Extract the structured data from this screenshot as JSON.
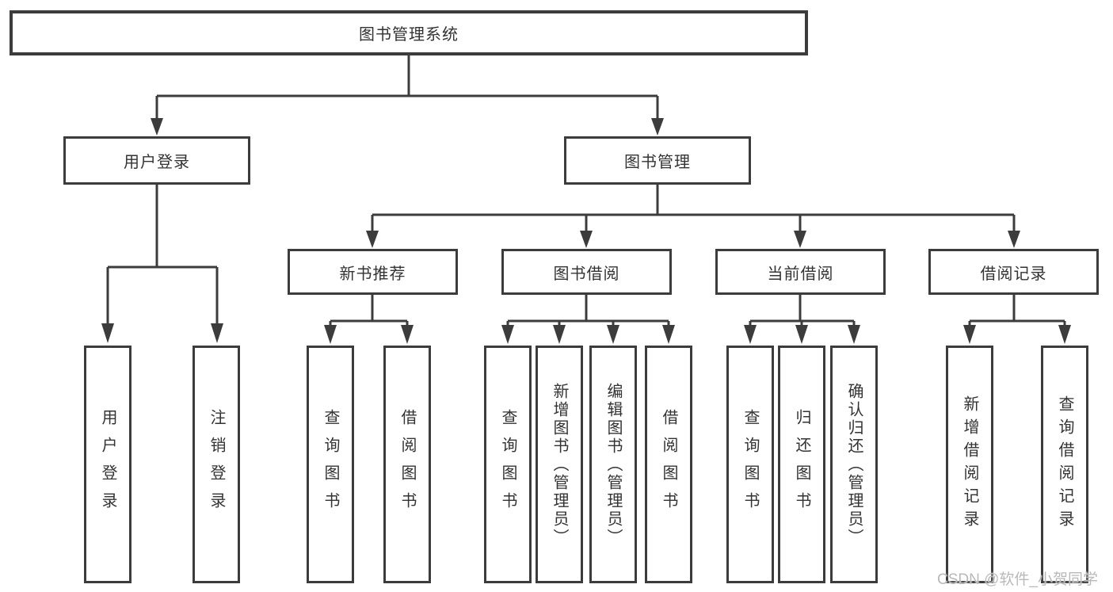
{
  "tree": {
    "root": {
      "label": "图书管理系统"
    },
    "level2": [
      {
        "label": "用户登录",
        "children": [
          {
            "label": "用户登录"
          },
          {
            "label": "注销登录"
          }
        ]
      },
      {
        "label": "图书管理"
      }
    ],
    "level3": [
      {
        "label": "新书推荐",
        "children": [
          {
            "label": "查询图书"
          },
          {
            "label": "借阅图书"
          }
        ]
      },
      {
        "label": "图书借阅",
        "children": [
          {
            "label": "查询图书"
          },
          {
            "label": "新增图书（管理员）"
          },
          {
            "label": "编辑图书（管理员）"
          },
          {
            "label": "借阅图书"
          }
        ]
      },
      {
        "label": "当前借阅",
        "children": [
          {
            "label": "查询图书"
          },
          {
            "label": "归还图书"
          },
          {
            "label": "确认归还（管理员）"
          }
        ]
      },
      {
        "label": "借阅记录",
        "children": [
          {
            "label": "新增借阅记录"
          },
          {
            "label": "查询借阅记录"
          }
        ]
      }
    ]
  },
  "watermark": {
    "text": "CSDN @软件_小贺同学"
  },
  "colors": {
    "line": "#3c3c3c",
    "text": "#333333",
    "watermark": "#b9b9b9",
    "background": "#ffffff"
  }
}
